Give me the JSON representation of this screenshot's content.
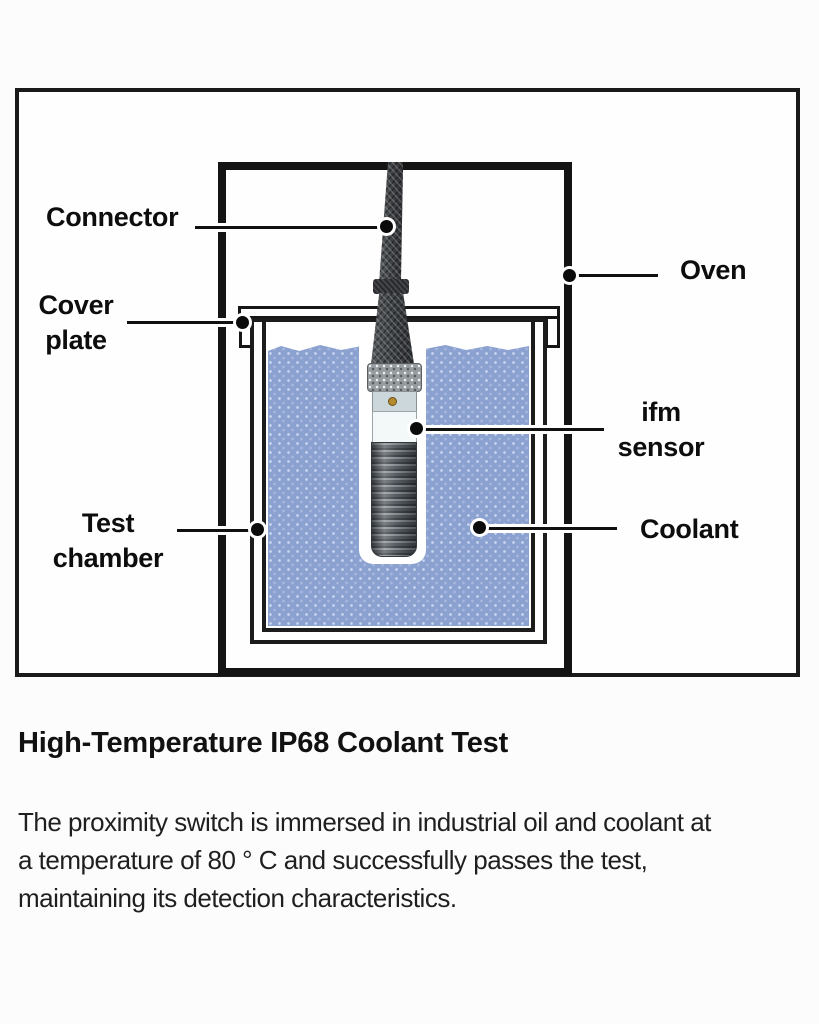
{
  "diagram": {
    "labels": {
      "connector": "Connector",
      "cover_plate_line1": "Cover",
      "cover_plate_line2": "plate",
      "oven": "Oven",
      "ifm_sensor_line1": "ifm",
      "ifm_sensor_line2": "sensor",
      "test_chamber_line1": "Test",
      "test_chamber_line2": "chamber",
      "coolant": "Coolant"
    },
    "colors": {
      "frame_line": "#1A1A1A",
      "oven_line": "#141414",
      "coolant_fill": "#8BA1D0",
      "coolant_speckle": "#C8D6F0",
      "cable_braid": "#3C3F42",
      "coupling_nut": "#969C9F",
      "sensor_head_white": "#F3F8F9",
      "led_gold": "#B5892F",
      "leader_line": "#101010"
    }
  },
  "caption": {
    "title": "High-Temperature IP68 Coolant Test",
    "body_lines": [
      "The proximity switch is immersed in industrial oil and coolant at",
      "a temperature of 80 ° C and successfully passes the test,",
      "maintaining its detection characteristics."
    ]
  }
}
